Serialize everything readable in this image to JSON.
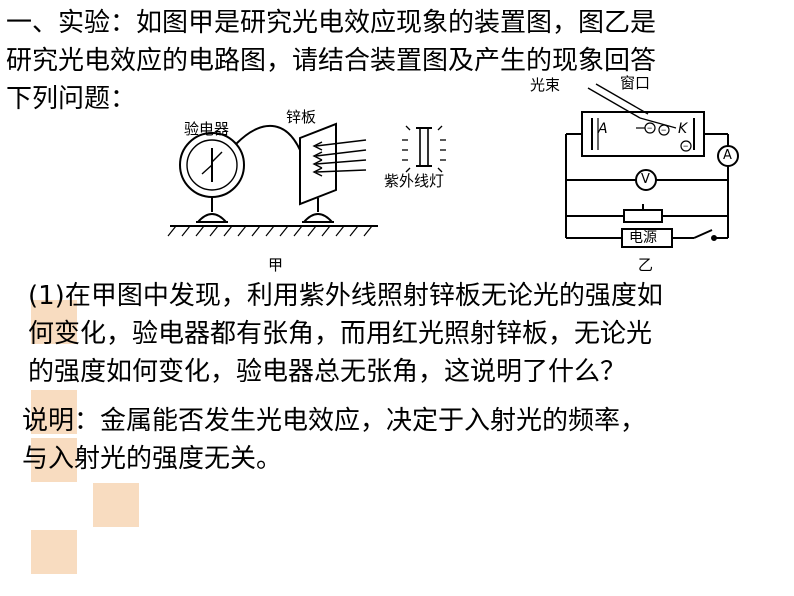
{
  "intro_lines": [
    "一、实验：如图甲是研究光电效应现象的装置图，图乙是",
    "研究光电效应的电路图，请结合装置图及产生的现象回答",
    "下列问题："
  ],
  "figure_jia": {
    "label_electroscope": "验电器",
    "label_zinc_plate": "锌板",
    "label_uv_lamp": "紫外线灯",
    "caption": "甲"
  },
  "figure_yi": {
    "label_light_beam": "光束",
    "label_window": "窗口",
    "label_anode": "A",
    "label_cathode": "K",
    "label_ammeter": "A",
    "label_voltmeter": "V",
    "label_power": "电源",
    "caption": "乙"
  },
  "question_lines": [
    "(1)在甲图中发现，利用紫外线照射锌板无论光的强度如",
    "何变化，验电器都有张角，而用红光照射锌板，无论光",
    "的强度如何变化，验电器总无张角，这说明了什么？"
  ],
  "answer_lines": [
    "说明：金属能否发生光电效应，决定于入射光的频率，",
    "与入射光的强度无关。"
  ]
}
